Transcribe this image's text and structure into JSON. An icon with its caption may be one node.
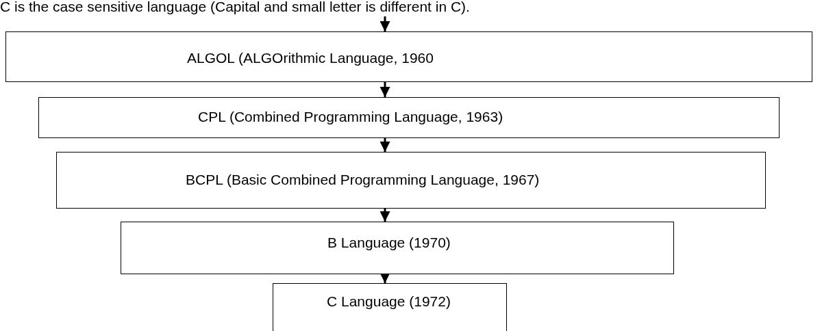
{
  "diagram": {
    "nodes": [
      {
        "text": [
          "C is the case sensitive language (Capital and small letter is different in C)."
        ]
      },
      {
        "text": [
          "ALGOL (ALGOrithmic Language, 1960"
        ]
      },
      {
        "text": [
          "CPL (Combined Programming Language, 1963)"
        ]
      },
      {
        "text": [
          "BCPL (Basic Combined Programming Language, 1967)"
        ]
      },
      {
        "text": [
          "B Language (1970)"
        ]
      },
      {
        "text": [
          "C Language (1972)"
        ]
      }
    ],
    "edges": [
      {
        "from": 0,
        "to": 1,
        "arrow": "to"
      },
      {
        "from": 1,
        "to": 2,
        "arrow": "to"
      },
      {
        "from": 2,
        "to": 3,
        "arrow": "to"
      },
      {
        "from": 3,
        "to": 4,
        "arrow": "to"
      },
      {
        "from": 4,
        "to": 5,
        "arrow": "to"
      }
    ]
  }
}
